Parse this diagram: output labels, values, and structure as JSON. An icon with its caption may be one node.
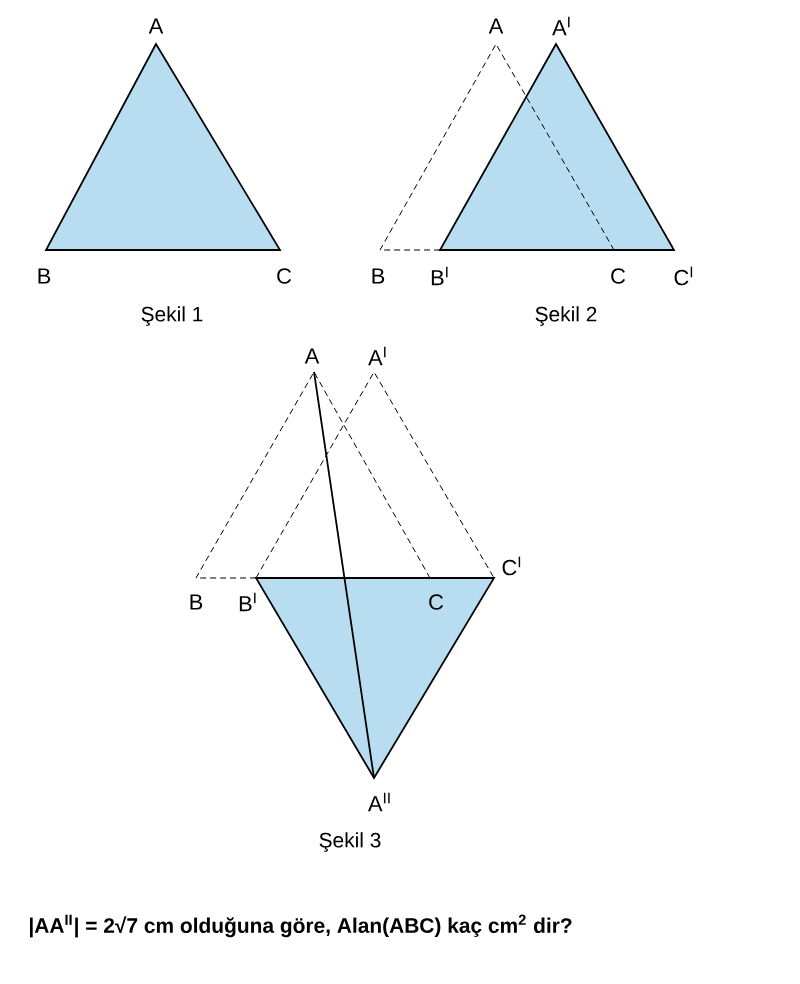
{
  "diagram": {
    "labels": [
      "A",
      "B",
      "C",
      "Şekil 1",
      "A",
      "A$^{I}$",
      "B",
      "B$^{I}$",
      "C",
      "C$^{I}$",
      "Şekil 2",
      "A",
      "A$^{I}$",
      "B",
      "B$^{I}$",
      "C",
      "C$^{I}$",
      "A$^{II}$",
      "Şekil 3"
    ],
    "caption": "|AA$^{II}$| = 2√7 cm olduğuna göre, Alan(ABC) kaç cm$^{2}$ dir?"
  }
}
